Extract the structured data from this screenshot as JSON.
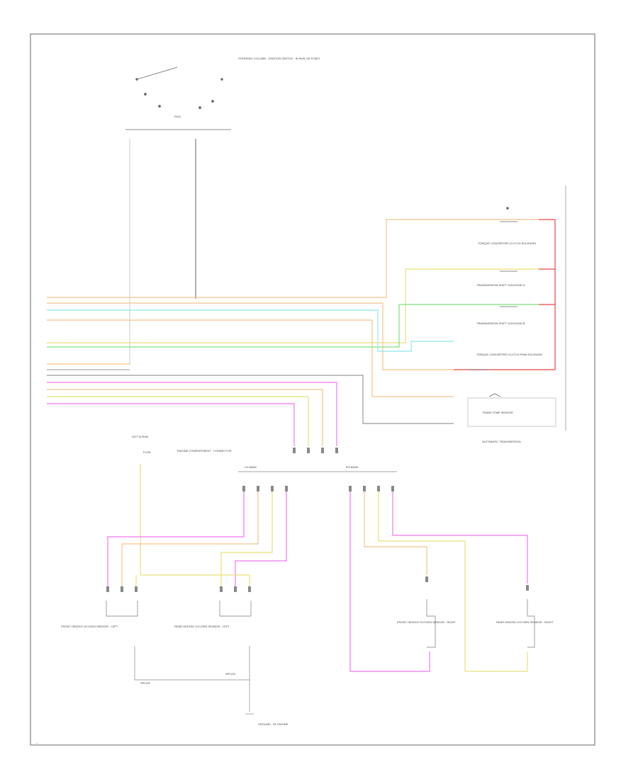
{
  "labels": {
    "ignition_switch": "STEERING COLUMN · IGNITION SWITCH · IN RUN OR START",
    "run": "RUN",
    "automatic_transmission": "AUTOMATIC TRANSMISSION",
    "tcc_solenoid": "TORQUE CONVERTER CLUTCH SOLENOID",
    "shift_solenoid_a": "TRANSMISSION SHIFT SOLENOID A",
    "shift_solenoid_b": "TRANSMISSION SHIFT SOLENOID B",
    "tcc_pwm_solenoid": "TORQUE CONVERTER CLUTCH PWM SOLENOID",
    "trans_temp_sensor": "TRANS TEMP SENSOR",
    "hot_in_run": "HOT IN RUN",
    "fuse": "FUSE",
    "engine_compartment": "ENGINE COMPARTMENT · CONNECTOR",
    "left_bank": "LH BANK",
    "right_bank": "RH BANK",
    "front_heated_o2_left": "FRONT HEATED OXYGEN SENSOR · LEFT",
    "rear_heated_o2_left": "REAR HEATED OXYGEN SENSOR · LEFT",
    "front_heated_o2_right": "FRONT HEATED OXYGEN SENSOR · RIGHT",
    "rear_heated_o2_right": "REAR HEATED OXYGEN SENSOR · RIGHT",
    "ground": "GROUND · AT ENGINE",
    "splice_1": "SPLICE",
    "splice_2": "SPLICE",
    "footer_mark": "—"
  },
  "colors": {
    "orange": "#f2c48c",
    "yellow": "#e8e07a",
    "cyan": "#8ee8ee",
    "green": "#7ee07a",
    "grey": "#b0b0b0",
    "pink": "#ee77ee",
    "red": "#ee4444",
    "dark": "#555555"
  }
}
